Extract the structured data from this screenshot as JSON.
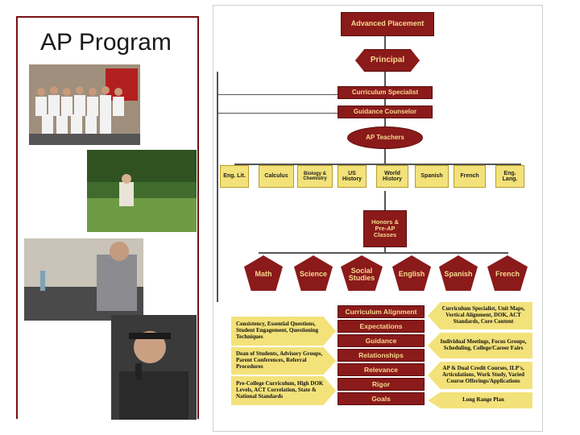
{
  "slide": {
    "title": "AP Program"
  },
  "chart": {
    "top": [
      "Advanced Placement",
      "Principal",
      "Curriculum Specialist",
      "Guidance Counselor",
      "AP Teachers"
    ],
    "ap_courses": [
      "Eng. Lit.",
      "Calculus",
      "Biology & Chemistry",
      "US History",
      "World History",
      "Spanish",
      "French",
      "Eng. Lang."
    ],
    "honors": "Honors & Pre-AP Classes",
    "subjects": [
      "Math",
      "Science",
      "Social Studies",
      "English",
      "Spanish",
      "French"
    ],
    "core": [
      "Curriculum Alignment",
      "Expectations",
      "Guidance",
      "Relationships",
      "Relevance",
      "Rigor",
      "Goals"
    ],
    "left_notes": [
      "Consistency, Essential Questions, Student Engagement, Questioning Techniques",
      "Dean of Students, Advisory Groups, Parent Conferences, Referral Procedures",
      "Pre-College Curriculum, High DOK Levels, ACT Correlation, State & National Standards"
    ],
    "right_notes": [
      "Curriculum Specialist, Unit Maps, Vertical Alignment, DOK, ACT Standards, Core Content",
      "Individual Meetings, Focus Groups, Scheduling, College/Career Fairs",
      "AP & Dual Credit Courses, ILP's, Articulations, Work Study, Varied Course Offerings/Applications",
      "Long Range Plan"
    ]
  },
  "colors": {
    "frame": "#7a1010",
    "box": "#8b1a1a",
    "box_text": "#f6d98f",
    "note": "#f3e27a"
  }
}
